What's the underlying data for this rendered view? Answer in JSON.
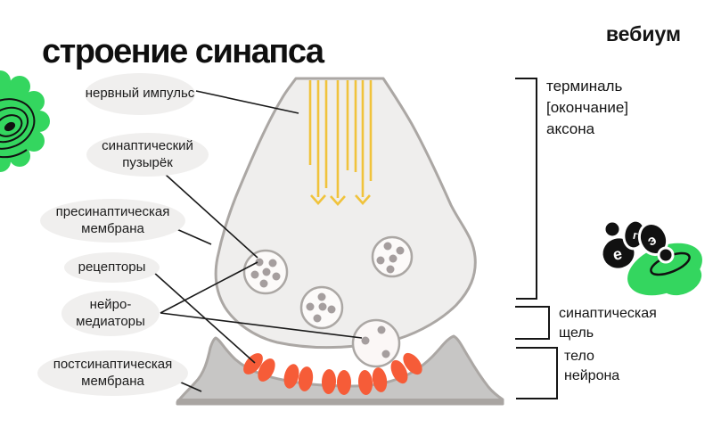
{
  "header": {
    "title": "строение синапса",
    "brand": "вебиум"
  },
  "labels": [
    {
      "id": "nerve-impulse",
      "text": "нервный импульс"
    },
    {
      "id": "synaptic-vesicle",
      "text": "синаптический пузырёк"
    },
    {
      "id": "presynaptic-membrane",
      "text": "пресинаптическая мембрана"
    },
    {
      "id": "receptors",
      "text": "рецепторы"
    },
    {
      "id": "neurotransmitters",
      "text": "нейро-медиаторы"
    },
    {
      "id": "postsynaptic-membrane",
      "text": "постсинаптическая мембрана"
    }
  ],
  "annotations": [
    {
      "id": "axon-terminal",
      "text": "терминаль [окончание] аксона"
    },
    {
      "id": "synaptic-cleft",
      "text": "синаптическая щель"
    },
    {
      "id": "neuron-body",
      "text": "тело нейрона"
    }
  ],
  "logo": {
    "letters": [
      "е",
      "г",
      "э"
    ]
  },
  "colors": {
    "green": "#34d65f",
    "yellow": "#f0c33c",
    "orange": "#f65c38",
    "terminal_fill": "#efeeed",
    "outline_gray": "#aba7a4",
    "vesicle_fill": "#fcfaf9",
    "vesicle_dot": "#a59e9e",
    "cell_fill": "#c7c6c5",
    "cell_edge": "#a9a5a2",
    "label_fill": "#f0efee",
    "text": "#111111"
  }
}
